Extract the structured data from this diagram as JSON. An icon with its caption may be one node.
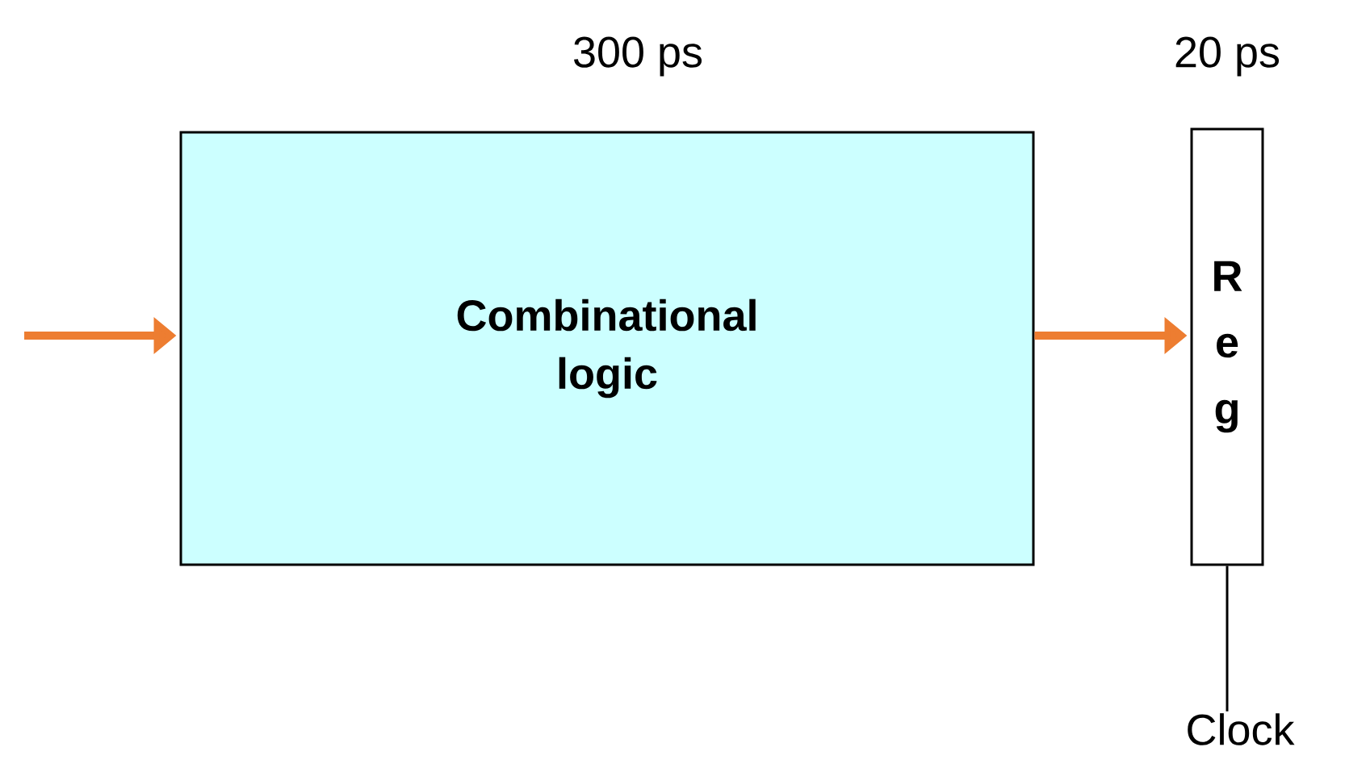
{
  "diagram": {
    "nodes": [
      {
        "text": [
          "Combinational logic"
        ],
        "beside": [
          "300 ps"
        ]
      },
      {
        "text": [
          "R e g"
        ],
        "beside": [
          "20 ps"
        ]
      },
      {
        "text": [
          "Clock"
        ]
      }
    ],
    "edges": [
      {
        "from": null,
        "to": 0,
        "arrow": "to"
      },
      {
        "from": 0,
        "to": 1,
        "arrow": "to"
      },
      {
        "from": 2,
        "to": 1,
        "arrow": "none",
        "color": "#000000"
      }
    ]
  }
}
